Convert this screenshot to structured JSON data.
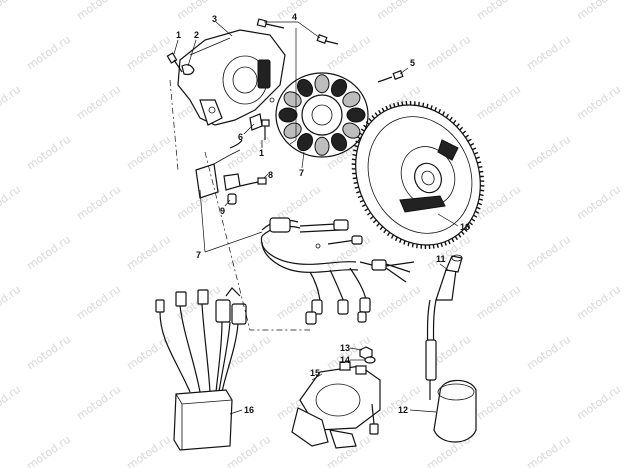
{
  "watermark": "motod.ru",
  "callouts": {
    "c1a": "1",
    "c1b": "1",
    "c2": "2",
    "c3": "3",
    "c4": "4",
    "c5": "5",
    "c6": "6",
    "c7a": "7",
    "c7b": "7",
    "c8": "8",
    "c9": "9",
    "c10": "10",
    "c11": "11",
    "c12": "12",
    "c13": "13",
    "c14": "14",
    "c15": "15",
    "c16": "16"
  }
}
